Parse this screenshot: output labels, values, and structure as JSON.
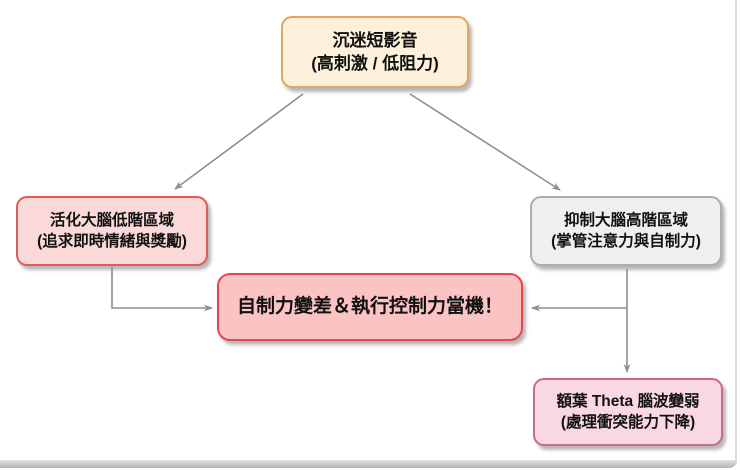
{
  "nodes": {
    "top": {
      "line1": "沉迷短影音",
      "line2": "(高刺激 / 低阻力)"
    },
    "left": {
      "line1": "活化大腦低階區域",
      "line2": "(追求即時情緒與獎勵)"
    },
    "right": {
      "line1": "抑制大腦高階區域",
      "line2": "(掌管注意力與自制力)"
    },
    "center": {
      "line1": "自制力變差＆執行控制力當機！"
    },
    "bottom_right": {
      "line1": "額葉 Theta 腦波變弱",
      "line2": "(處理衝突能力下降)"
    }
  },
  "colors": {
    "top_fill": "#FDF1DB",
    "top_border": "#E8A35E",
    "left_fill": "#FBD9D9",
    "left_border": "#E05A5A",
    "right_fill": "#EFEFEF",
    "right_border": "#ADADAD",
    "center_fill": "#FBC3C3",
    "center_border": "#E04A4A",
    "bottom_right_fill": "#F9D7E3",
    "bottom_right_border": "#C96993",
    "arrow": "#8E8E8E",
    "text": "#111111"
  }
}
